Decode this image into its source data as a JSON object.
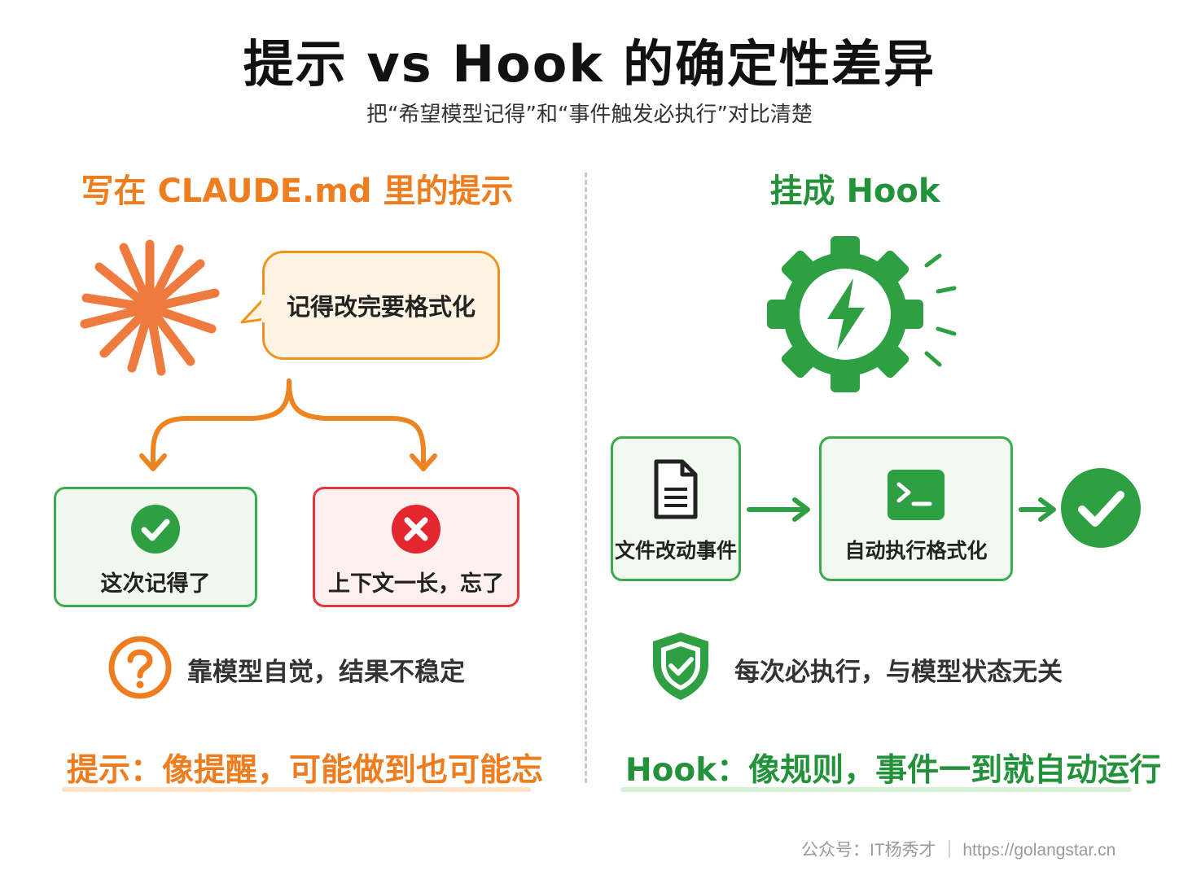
{
  "header": {
    "title": "提示 vs Hook 的确定性差异",
    "subtitle": "把“希望模型记得”和“事件触发必执行”对比清楚"
  },
  "left_panel": {
    "heading": "写在 CLAUDE.md 里的提示",
    "bubble_text": "记得改完要格式化",
    "outcome_success": "这次记得了",
    "outcome_failure": "上下文一长，忘了",
    "note": "靠模型自觉，结果不稳定",
    "summary": "提示：像提醒，可能做到也可能忘",
    "icons": [
      "starburst-icon",
      "check-circle-icon",
      "x-circle-icon",
      "question-circle-icon"
    ]
  },
  "right_panel": {
    "heading": "挂成 Hook",
    "step_trigger": "文件改动事件",
    "step_action": "自动执行格式化",
    "note": "每次必执行，与模型状态无关",
    "summary": "Hook：像规则，事件一到就自动运行",
    "icons": [
      "gear-lightning-icon",
      "document-icon",
      "terminal-icon",
      "check-circle-icon",
      "shield-check-icon"
    ]
  },
  "footer": {
    "text": "公众号：IT杨秀才 ｜ https://golangstar.cn"
  },
  "colors": {
    "orange": "#ee7d1f",
    "green": "#23923a",
    "red": "#e4373c"
  }
}
